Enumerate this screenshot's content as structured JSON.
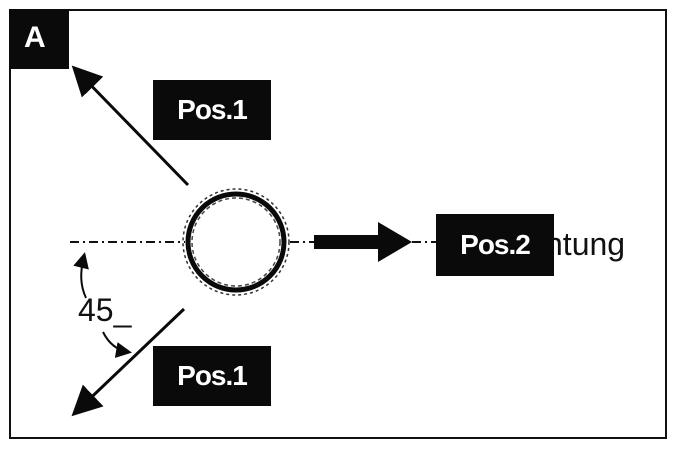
{
  "panel_label": "A",
  "labels": {
    "pos1_upper": "Pos.1",
    "pos1_lower": "Pos.1",
    "pos2": "Pos.2",
    "direction_fragment": "ntung",
    "angle": "45_"
  },
  "colors": {
    "ink": "#0a0a0a",
    "background": "#ffffff"
  }
}
